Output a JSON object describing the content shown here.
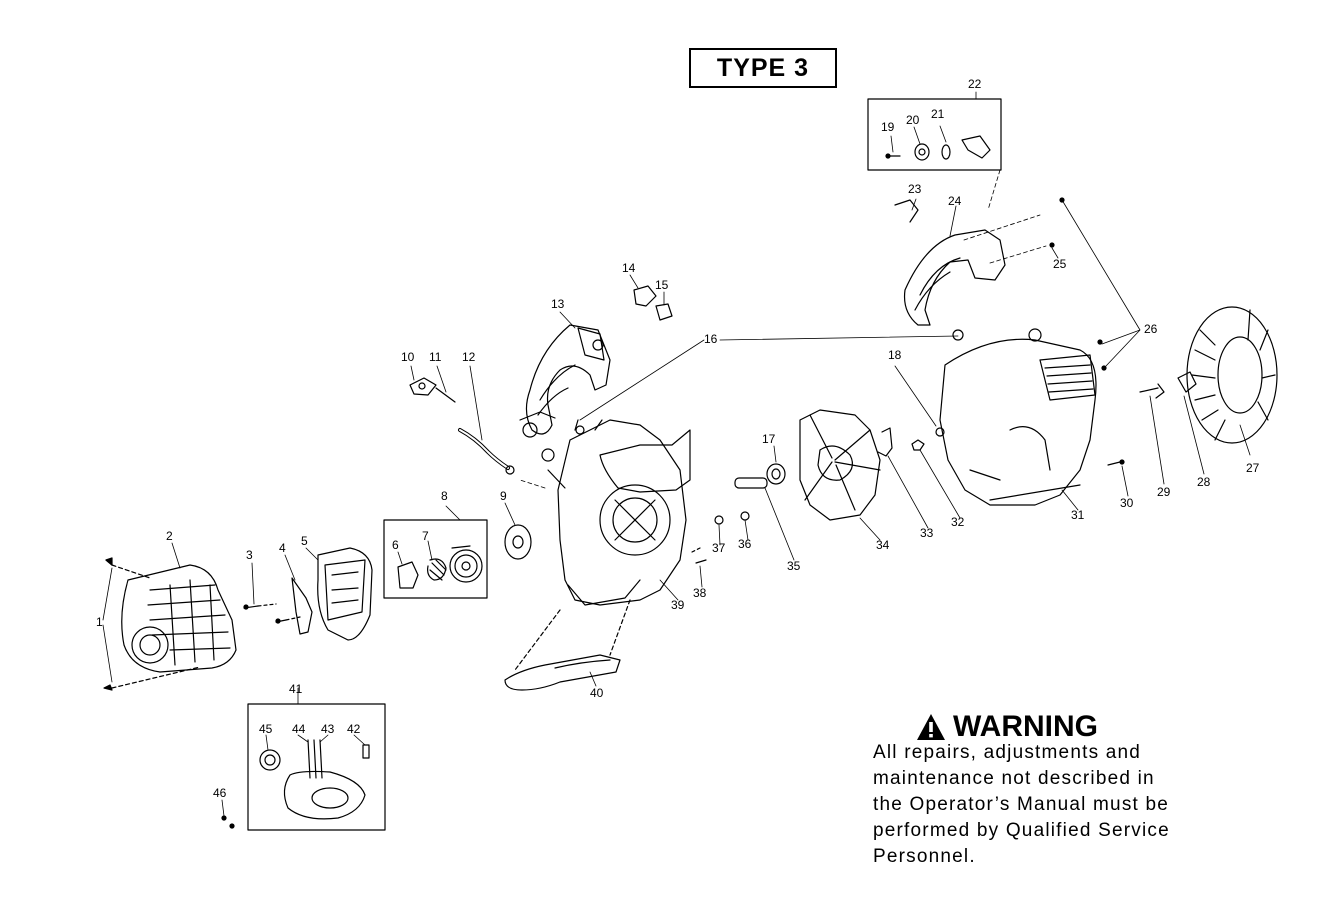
{
  "diagram": {
    "header": "TYPE 3",
    "part_labels": [
      "1",
      "2",
      "3",
      "4",
      "5",
      "6",
      "7",
      "8",
      "9",
      "10",
      "11",
      "12",
      "13",
      "14",
      "15",
      "16",
      "17",
      "18",
      "19",
      "20",
      "21",
      "22",
      "23",
      "24",
      "25",
      "26",
      "27",
      "28",
      "29",
      "30",
      "31",
      "32",
      "33",
      "34",
      "35",
      "36",
      "37",
      "38",
      "39",
      "40",
      "41",
      "42",
      "43",
      "44",
      "45",
      "46"
    ],
    "warning": {
      "title": "WARNING",
      "icon": "warning-triangle-icon",
      "lines": [
        "All repairs, adjustments and",
        "maintenance not described in",
        "the Operator’s Manual must be",
        "performed by Qualified Service",
        "Personnel."
      ]
    }
  }
}
